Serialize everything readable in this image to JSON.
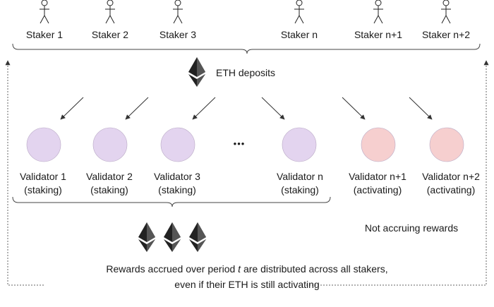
{
  "stakers": [
    {
      "label": "Staker 1"
    },
    {
      "label": "Staker 2"
    },
    {
      "label": "Staker 3"
    },
    {
      "label": "Staker n"
    },
    {
      "label": "Staker n+1"
    },
    {
      "label": "Staker n+2"
    }
  ],
  "deposits_label": "ETH deposits",
  "ellipsis": "•••",
  "validators": [
    {
      "name": "Validator 1",
      "state": "(staking)",
      "color": "#e3d4ef"
    },
    {
      "name": "Validator 2",
      "state": "(staking)",
      "color": "#e3d4ef"
    },
    {
      "name": "Validator 3",
      "state": "(staking)",
      "color": "#e3d4ef"
    },
    {
      "name": "Validator n",
      "state": "(staking)",
      "color": "#e3d4ef"
    },
    {
      "name": "Validator n+1",
      "state": "(activating)",
      "color": "#f6cfcf"
    },
    {
      "name": "Validator n+2",
      "state": "(activating)",
      "color": "#f6cfcf"
    }
  ],
  "not_accruing_label": "Not accruing rewards",
  "rewards_line1_prefix": "Rewards accrued over period ",
  "rewards_line1_var": "t",
  "rewards_line1_suffix": " are distributed across all stakers,",
  "rewards_line2": "even if their ETH is still activating",
  "colors": {
    "eth_logo": "#222222",
    "line": "#333333"
  }
}
